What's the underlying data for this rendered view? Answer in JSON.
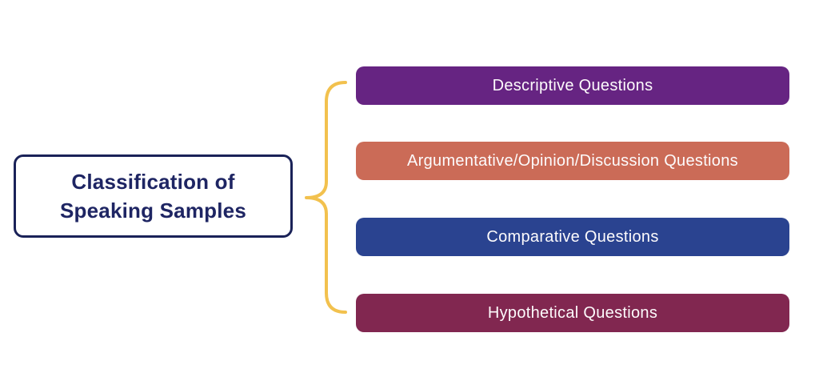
{
  "diagram": {
    "title_box": {
      "line1": "Classification of",
      "line2": "Speaking Samples",
      "border_color": "#1a2258",
      "text_color": "#1e2563",
      "background": "#ffffff"
    },
    "brace": {
      "shape": "left-curly-brace",
      "color": "#f2c14e"
    },
    "bars": {
      "label_color": "#fdfbfc",
      "items": [
        {
          "label": "Descriptive Questions",
          "color": "#662482"
        },
        {
          "label": "Argumentative/Opinion/Discussion Questions",
          "color": "#cb6b57"
        },
        {
          "label": "Comparative Questions",
          "color": "#2a4390"
        },
        {
          "label": "Hypothetical Questions",
          "color": "#812750"
        }
      ]
    }
  }
}
